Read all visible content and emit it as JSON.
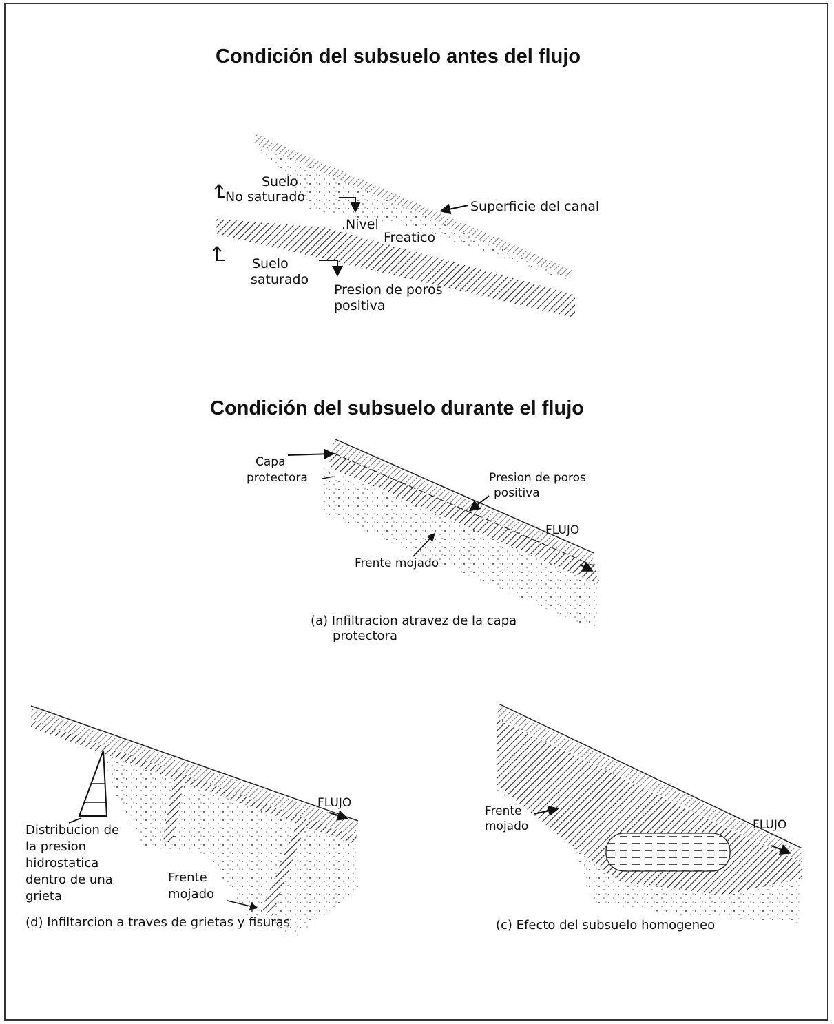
{
  "figure1": {
    "title": "Condición del subsuelo antes del flujo",
    "suelo": "Suelo",
    "no_saturado": "No saturado",
    "superficie_canal": "Superficie del canal",
    "nivel": ".Nivel",
    "freatico": "Freatico",
    "suelo2": "Suelo",
    "saturado": "saturado",
    "presion_line1": "Presion de poros",
    "presion_line2": "positiva"
  },
  "figure2": {
    "title": "Condición del subsuelo durante el flujo",
    "capa": "Capa",
    "protectora": "protectora",
    "presion_line1": "Presion de poros",
    "presion_line2": "positiva",
    "flujo": "FLUJO",
    "frente_mojado": "Frente mojado",
    "caption_line1": "(a) Infiltracion atravez de la capa",
    "caption_line2": "protectora"
  },
  "figure3": {
    "flujo": "FLUJO",
    "distribucion_lines": [
      "Distribucion de",
      "la presion",
      "hidrostatica",
      "dentro de una",
      "grieta"
    ],
    "frente": "Frente",
    "mojado": "mojado",
    "caption": "(d) Infiltarcion a traves de grietas y fisuras"
  },
  "figure4": {
    "frente": "Frente",
    "mojado": "mojado",
    "flujo": "FLUJO",
    "caption": "(c) Efecto del subsuelo homogeneo"
  }
}
